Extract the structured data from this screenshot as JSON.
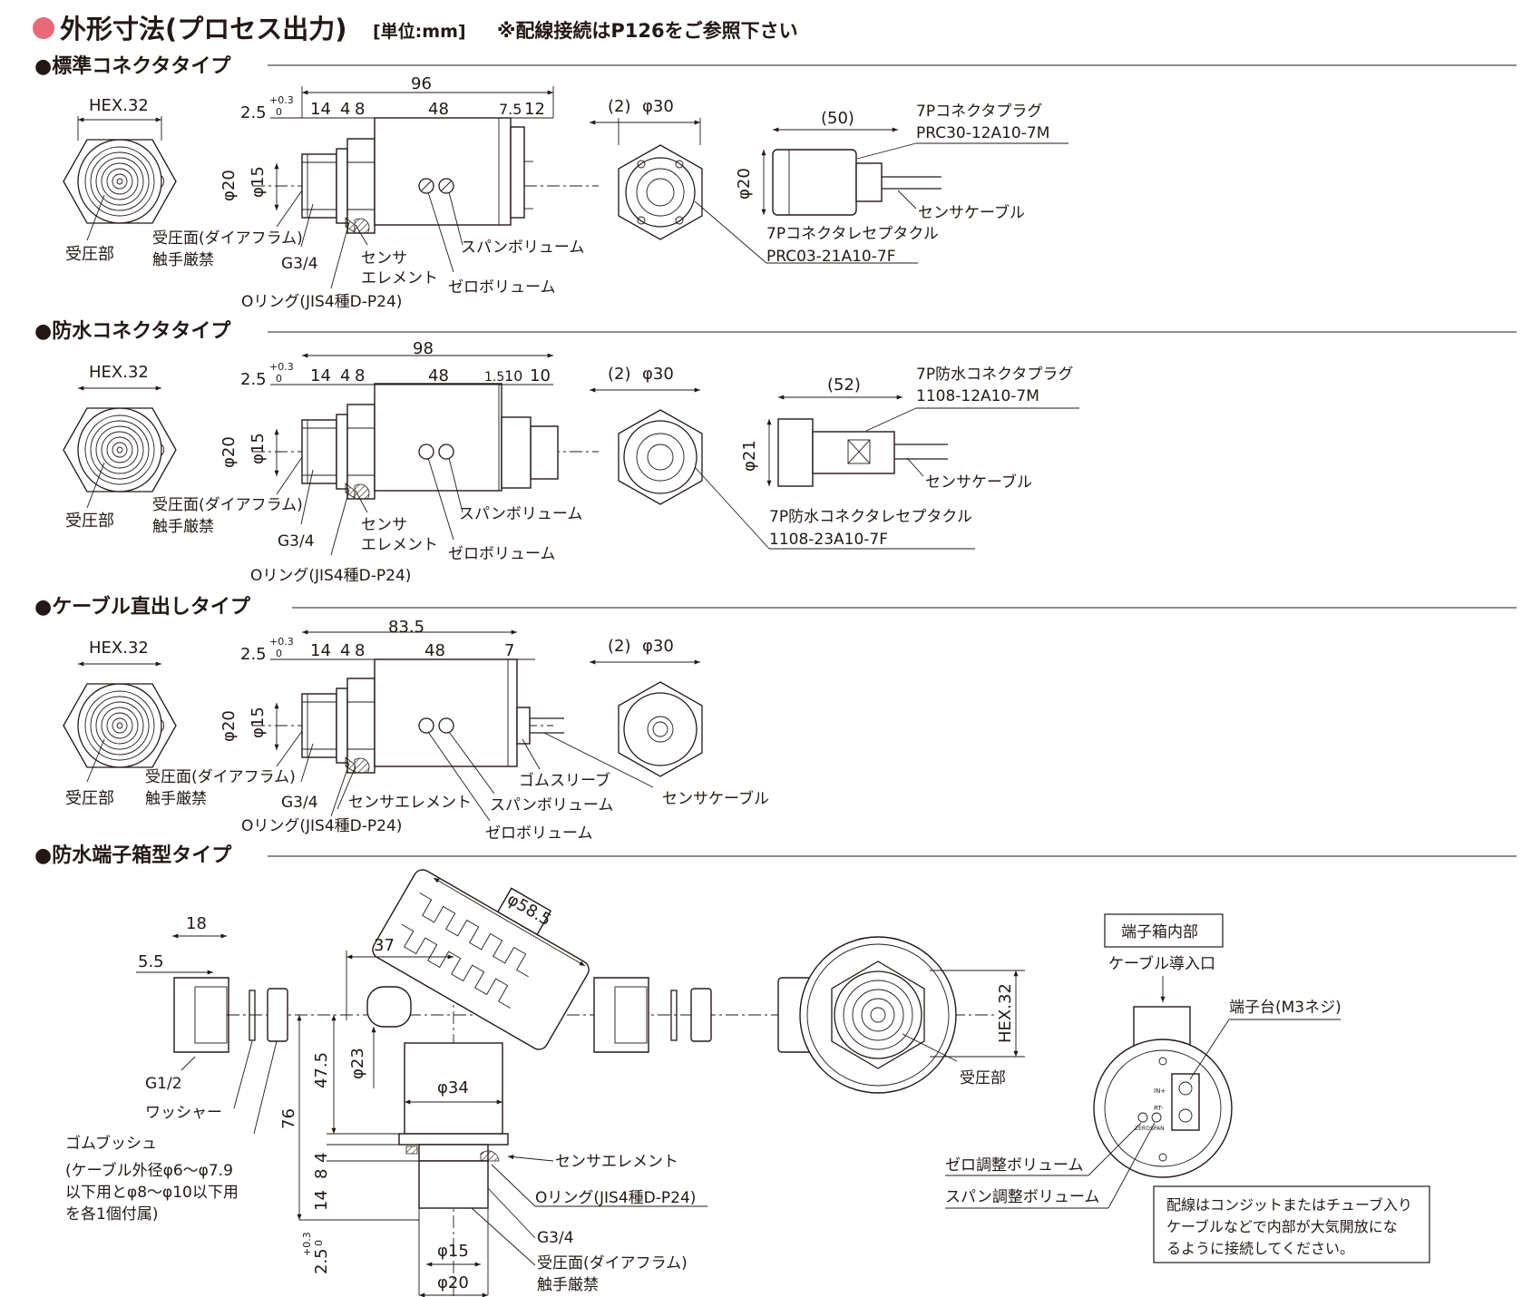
{
  "header": {
    "title": "外形寸法(プロセス出力)",
    "unit": "[単位:mm]",
    "note": "※配線接続はP126をご参照下さい",
    "accent_color": "#e8697a"
  },
  "sections": {
    "s1": {
      "title": "●標準コネクタタイプ",
      "hex": "HEX.32",
      "sensing": "受圧部",
      "overall": "96",
      "d_a": "2.5",
      "tol": "+0.3",
      "tol0": "0",
      "d14": "14",
      "d4": "4",
      "d8": "8",
      "d48": "48",
      "d75": "7.5",
      "d12": "12",
      "phi20": "φ20",
      "phi15": "φ15",
      "face1": "受圧面(ダイアフラム)",
      "face2": "触手厳禁",
      "g34": "G3/4",
      "sensor1": "センサ",
      "sensor2": "エレメント",
      "span": "スパンボリューム",
      "zero": "ゼロボリューム",
      "oring": "Oリング(JIS4種D-P24)",
      "end_2": "(2)",
      "end_phi30": "φ30",
      "len50": "(50)",
      "plug1": "7Pコネクタプラグ",
      "plug2": "PRC30-12A10-7M",
      "cable": "センサケーブル",
      "plug_phi20": "φ20",
      "recept1": "7Pコネクタレセプタクル",
      "recept2": "PRC03-21A10-7F"
    },
    "s2": {
      "title": "●防水コネクタタイプ",
      "hex": "HEX.32",
      "sensing": "受圧部",
      "overall": "98",
      "d_a": "2.5",
      "tol": "+0.3",
      "tol0": "0",
      "d14": "14",
      "d4": "4",
      "d8": "8",
      "d48": "48",
      "d15": "1.5",
      "d10a": "10",
      "d10b": "10",
      "phi20": "φ20",
      "phi15": "φ15",
      "face1": "受圧面(ダイアフラム)",
      "face2": "触手厳禁",
      "g34": "G3/4",
      "sensor1": "センサ",
      "sensor2": "エレメント",
      "span": "スパンボリューム",
      "zero": "ゼロボリューム",
      "oring": "Oリング(JIS4種D-P24)",
      "end_2": "(2)",
      "end_phi30": "φ30",
      "len52": "(52)",
      "plug1": "7P防水コネクタプラグ",
      "plug2": "1108-12A10-7M",
      "cable": "センサケーブル",
      "plug_phi21": "φ21",
      "recept1": "7P防水コネクタレセプタクル",
      "recept2": "1108-23A10-7F"
    },
    "s3": {
      "title": "●ケーブル直出しタイプ",
      "hex": "HEX.32",
      "sensing": "受圧部",
      "overall": "83.5",
      "d_a": "2.5",
      "tol": "+0.3",
      "tol0": "0",
      "d14": "14",
      "d4": "4",
      "d8": "8",
      "d48": "48",
      "d7": "7",
      "phi20": "φ20",
      "phi15": "φ15",
      "face1": "受圧面(ダイアフラム)",
      "face2": "触手厳禁",
      "g34": "G3/4",
      "sensor": "センサエレメント",
      "sleeve": "ゴムスリーブ",
      "span": "スパンボリューム",
      "zero": "ゼロボリューム",
      "oring": "Oリング(JIS4種D-P24)",
      "cable": "センサケーブル",
      "end_2": "(2)",
      "end_phi30": "φ30"
    },
    "s4": {
      "title": "●防水端子箱型タイプ",
      "d18": "18",
      "d55": "5.5",
      "g12": "G1/2",
      "washer": "ワッシャー",
      "bush": "ゴムブッシュ",
      "bush_note1": "(ケーブル外径φ6〜φ7.9",
      "bush_note2": "以下用とφ8〜φ10以下用",
      "bush_note3": "を各1個付属)",
      "d37": "37",
      "phi585": "φ58.5",
      "phi23": "φ23",
      "d475": "47.5",
      "phi34": "φ34",
      "d76": "76",
      "d4": "4",
      "d8": "8",
      "d14": "14",
      "d25": "2.5",
      "tol": "+0.3",
      "tol0": "0",
      "phi15": "φ15",
      "phi20": "φ20",
      "sensor": "センサエレメント",
      "oring": "Oリング(JIS4種D-P24)",
      "g34": "G3/4",
      "face1": "受圧面(ダイアフラム)",
      "face2": "触手厳禁",
      "hex": "HEX.32",
      "sensing": "受圧部",
      "box_title": "端子箱内部",
      "entry": "ケーブル導入口",
      "terminal": "端子台(M3ネジ)",
      "zero_adj": "ゼロ調整ボリューム",
      "span_adj": "スパン調整ボリューム",
      "in_lbl": "IN+",
      "rt_lbl": "RT-",
      "zero_lbl": "ZERO",
      "span_lbl": "SPAN",
      "wiring_note1": "配線はコンジットまたはチューブ入り",
      "wiring_note2": "ケーブルなどで内部が大気開放にな",
      "wiring_note3": "るように接続してください。"
    }
  }
}
